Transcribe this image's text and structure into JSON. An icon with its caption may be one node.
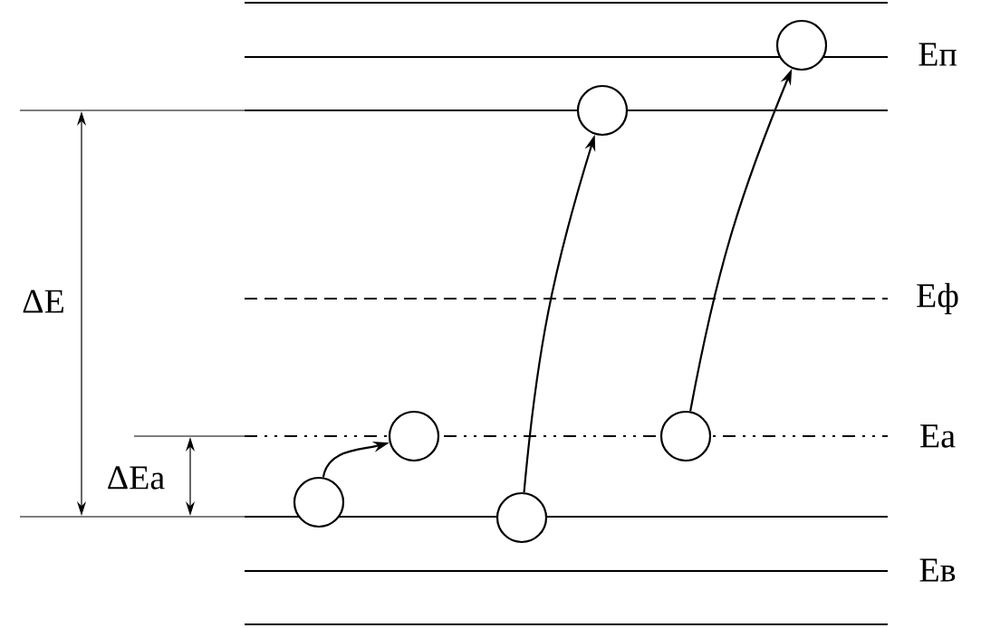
{
  "diagram": {
    "nodes": [
      {
        "text": [],
        "shape": "circle"
      },
      {
        "text": [],
        "shape": "circle"
      },
      {
        "text": [],
        "shape": "circle"
      },
      {
        "text": [],
        "shape": "circle"
      },
      {
        "text": [],
        "shape": "circle"
      },
      {
        "text": [],
        "shape": "circle"
      }
    ],
    "edges": [
      {
        "from": 4,
        "to": 2,
        "arrow": "to"
      },
      {
        "from": 5,
        "to": 1,
        "arrow": "to"
      },
      {
        "from": 3,
        "to": 0,
        "arrow": "to"
      }
    ],
    "labels": [
      "Eп",
      "ΔE",
      "Eф",
      "Ea",
      "ΔEa",
      "Eв"
    ]
  }
}
